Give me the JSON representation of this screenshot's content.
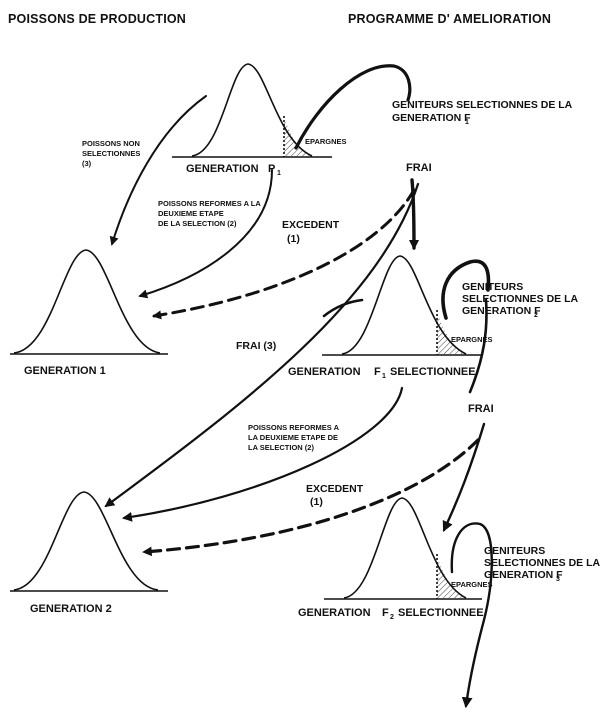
{
  "headers": {
    "left": "POISSONS DE PRODUCTION",
    "right": "PROGRAMME D' AMELIORATION"
  },
  "generations": {
    "p1": {
      "label": "GENERATION",
      "sub": "1",
      "prefix": "P"
    },
    "f1": {
      "label_a": "GENERATION",
      "letter": "F",
      "sub": "1",
      "label_b": "SELECTIONNEE"
    },
    "f2": {
      "label_a": "GENERATION",
      "letter": "F",
      "sub": "2",
      "label_b": "SELECTIONNEE"
    },
    "g1": {
      "label": "GENERATION 1"
    },
    "g2": {
      "label": "GENERATION 2"
    }
  },
  "labels": {
    "epargnes": "EPARGNES",
    "frai": "FRAI",
    "frai3": "FRAI (3)",
    "excedent": "EXCEDENT",
    "excedent_num": "(1)",
    "non_sel_1": "POISSONS NON",
    "non_sel_2": "SELECTIONNES",
    "non_sel_3": "(3)",
    "reformes1_1": "POISSONS REFORMES A LA",
    "reformes1_2": "DEUXIEME ETAPE",
    "reformes1_3": "DE LA SELECTION (2)",
    "reformes2_1": "POISSONS REFORMES A",
    "reformes2_2": "LA DEUXIEME ETAPE DE",
    "reformes2_3": "LA SELECTION (2)",
    "gen_f1_1": "GENITEURS SELECTIONNES DE LA",
    "gen_f1_2": "GENERATION F",
    "gen_f1_sub": "1",
    "gen_f2_1": "GENITEURS",
    "gen_f2_2": "SELECTIONNES  DE  LA",
    "gen_f2_3": "GENERATION F",
    "gen_f2_sub": "2",
    "gen_f3_1": "GENITEURS",
    "gen_f3_2": "SELECTIONNES DE LA",
    "gen_f3_3": "GENERATION F",
    "gen_f3_sub": "3"
  }
}
